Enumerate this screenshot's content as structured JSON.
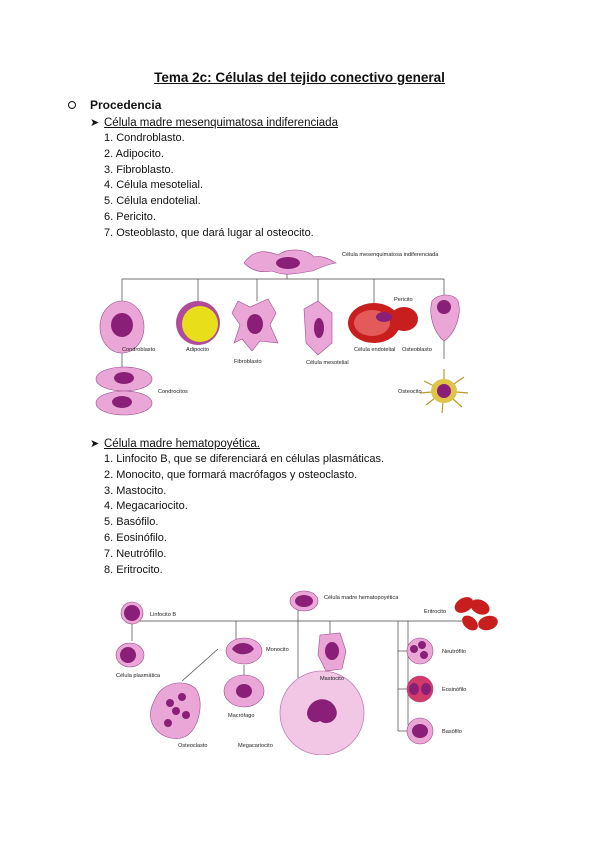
{
  "title": "Tema 2c: Células del tejido conectivo general",
  "section": {
    "label": "Procedencia",
    "groups": [
      {
        "heading": "Célula madre mesenquimatosa indiferenciada",
        "items": [
          "1. Condroblasto.",
          "2. Adipocito.",
          "3. Fibroblasto.",
          "4. Célula mesotelial.",
          "5. Célula endotelial.",
          "6. Pericito.",
          "7. Osteoblasto, que dará lugar al osteocito."
        ]
      },
      {
        "heading": "Célula madre hematopoyética.",
        "items": [
          "1. Linfocito B, que se diferenciará en células plasmáticas.",
          "2. Monocito, que formará macrófagos y osteoclasto.",
          "3. Mastocito.",
          "4. Megacariocito.",
          "5. Basófilo.",
          "6. Eosinófilo.",
          "7. Neutrófilo.",
          "8. Eritrocito."
        ]
      }
    ]
  },
  "figure1": {
    "labels": {
      "source": "Célula mesenquimatosa indiferenciada",
      "condroblasto": "Condroblasto",
      "adipocito": "Adipocito",
      "fibroblasto": "Fibroblasto",
      "mesotelial": "Célula mesotelial",
      "endotelial": "Célula endotelial",
      "pericito": "Pericito",
      "osteoblasto": "Osteoblasto",
      "osteocito": "Osteocito",
      "condrocitos": "Condrocitos"
    }
  },
  "figure2": {
    "labels": {
      "source": "Célula madre hematopoyética",
      "linfocito": "Linfocito B",
      "plasmatica": "Célula plasmática",
      "monocito": "Monocito",
      "macrofago": "Macrófago",
      "osteoclasto": "Osteoclasto",
      "megacariocito": "Megacariocito",
      "mastocito": "Mastocito",
      "eritrocito": "Eritrocito",
      "neutrofilo": "Neutrófilo",
      "eosinofilo": "Eosinófilo",
      "basofilo": "Basófilo"
    }
  },
  "colors": {
    "cytoplasm": "#e9a6d6",
    "nucleus": "#8a1f78",
    "fat": "#e8df1a",
    "red_cell": "#c81e1e",
    "eosinophil_granule": "#d33a6a"
  }
}
